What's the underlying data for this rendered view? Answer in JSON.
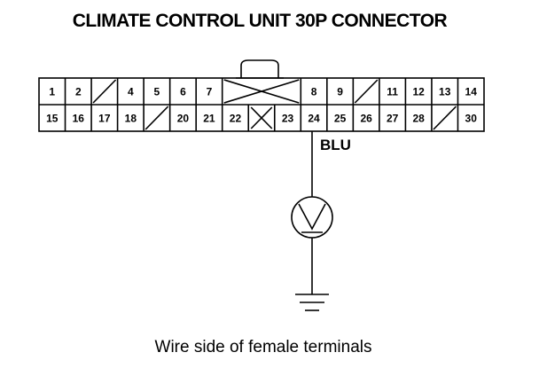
{
  "title": "CLIMATE CONTROL UNIT 30P CONNECTOR",
  "connector": {
    "top_row": [
      "1",
      "2",
      "",
      "4",
      "5",
      "6",
      "7",
      "",
      "",
      "",
      "8",
      "9",
      "",
      "11",
      "12",
      "13",
      "14"
    ],
    "bottom_row": [
      "15",
      "16",
      "17",
      "18",
      "",
      "20",
      "21",
      "22",
      "",
      "23",
      "24",
      "25",
      "26",
      "27",
      "28",
      "",
      "30"
    ]
  },
  "wire": {
    "color_label": "BLU"
  },
  "caption": "Wire side of female terminals"
}
